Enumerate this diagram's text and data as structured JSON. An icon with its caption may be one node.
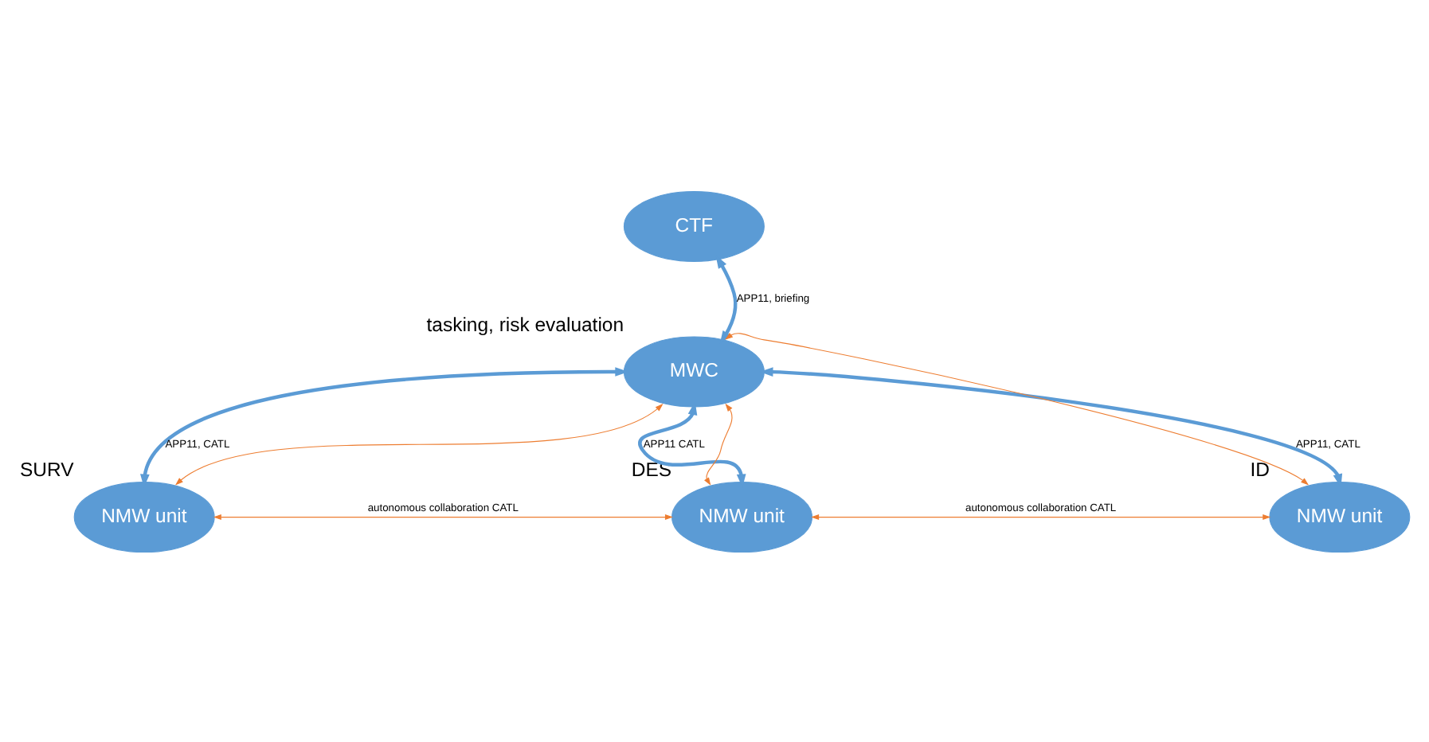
{
  "diagram": {
    "nodes": [
      {
        "text": [
          "CTF"
        ]
      },
      {
        "text": [
          "MWC"
        ],
        "beside": [
          "tasking, risk evaluation"
        ]
      },
      {
        "text": [
          "NMW unit"
        ],
        "beside": [
          "SURV"
        ]
      },
      {
        "text": [
          "NMW unit"
        ],
        "beside": [
          "DES"
        ]
      },
      {
        "text": [
          "NMW unit"
        ],
        "beside": [
          "ID"
        ]
      }
    ],
    "edges": [
      {
        "from": 1,
        "to": 0,
        "arrow": "both",
        "label": "APP11, briefing",
        "style": "thick",
        "color": "#5b9bd5"
      },
      {
        "from": 1,
        "to": 2,
        "arrow": "both",
        "label": "APP11, CATL",
        "style": "thick",
        "color": "#5b9bd5"
      },
      {
        "from": 1,
        "to": 3,
        "arrow": "both",
        "label": "APP11 CATL",
        "style": "thick",
        "color": "#5b9bd5"
      },
      {
        "from": 1,
        "to": 4,
        "arrow": "both",
        "label": "APP11, CATL",
        "style": "thick",
        "color": "#5b9bd5"
      },
      {
        "from": 1,
        "to": 2,
        "arrow": "both"
      },
      {
        "from": 1,
        "to": 3,
        "arrow": "both"
      },
      {
        "from": 1,
        "to": 4,
        "arrow": "both"
      },
      {
        "from": 2,
        "to": 3,
        "arrow": "both",
        "label": "autonomous collaboration CATL"
      },
      {
        "from": 3,
        "to": 4,
        "arrow": "both",
        "label": "autonomous collaboration CATL"
      }
    ]
  }
}
